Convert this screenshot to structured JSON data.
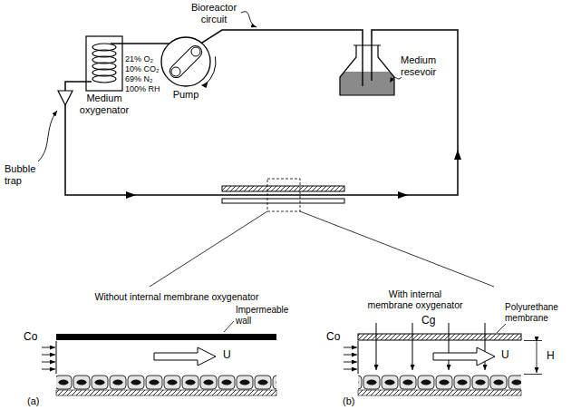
{
  "diagram": {
    "nodes": [
      {
        "text": [
          "Pump"
        ]
      },
      {
        "text": [
          "Medium oxygenator"
        ]
      },
      {
        "text": [
          "Medium resevoir"
        ]
      },
      {
        "text": [
          "Bubble trap"
        ]
      }
    ],
    "edges": [
      {
        "from": 2,
        "to": 0,
        "arrow": "none"
      },
      {
        "from": 0,
        "to": 1,
        "arrow": "none"
      },
      {
        "from": 1,
        "to": 3,
        "arrow": "none"
      },
      {
        "from": 3,
        "to": 2,
        "arrow": "none"
      }
    ],
    "labels": [
      "Bioreactor circuit",
      "21% O₂",
      "10% CO₂",
      "69% N₂",
      "100% RH",
      "Without internal membrane oxygenator",
      "Impermeable wall",
      "Co",
      "U",
      "(a)",
      "With internal membrane oxygenator",
      "Cg",
      "Polyurethane membrane",
      "Co",
      "U",
      "H",
      "(b)"
    ]
  }
}
